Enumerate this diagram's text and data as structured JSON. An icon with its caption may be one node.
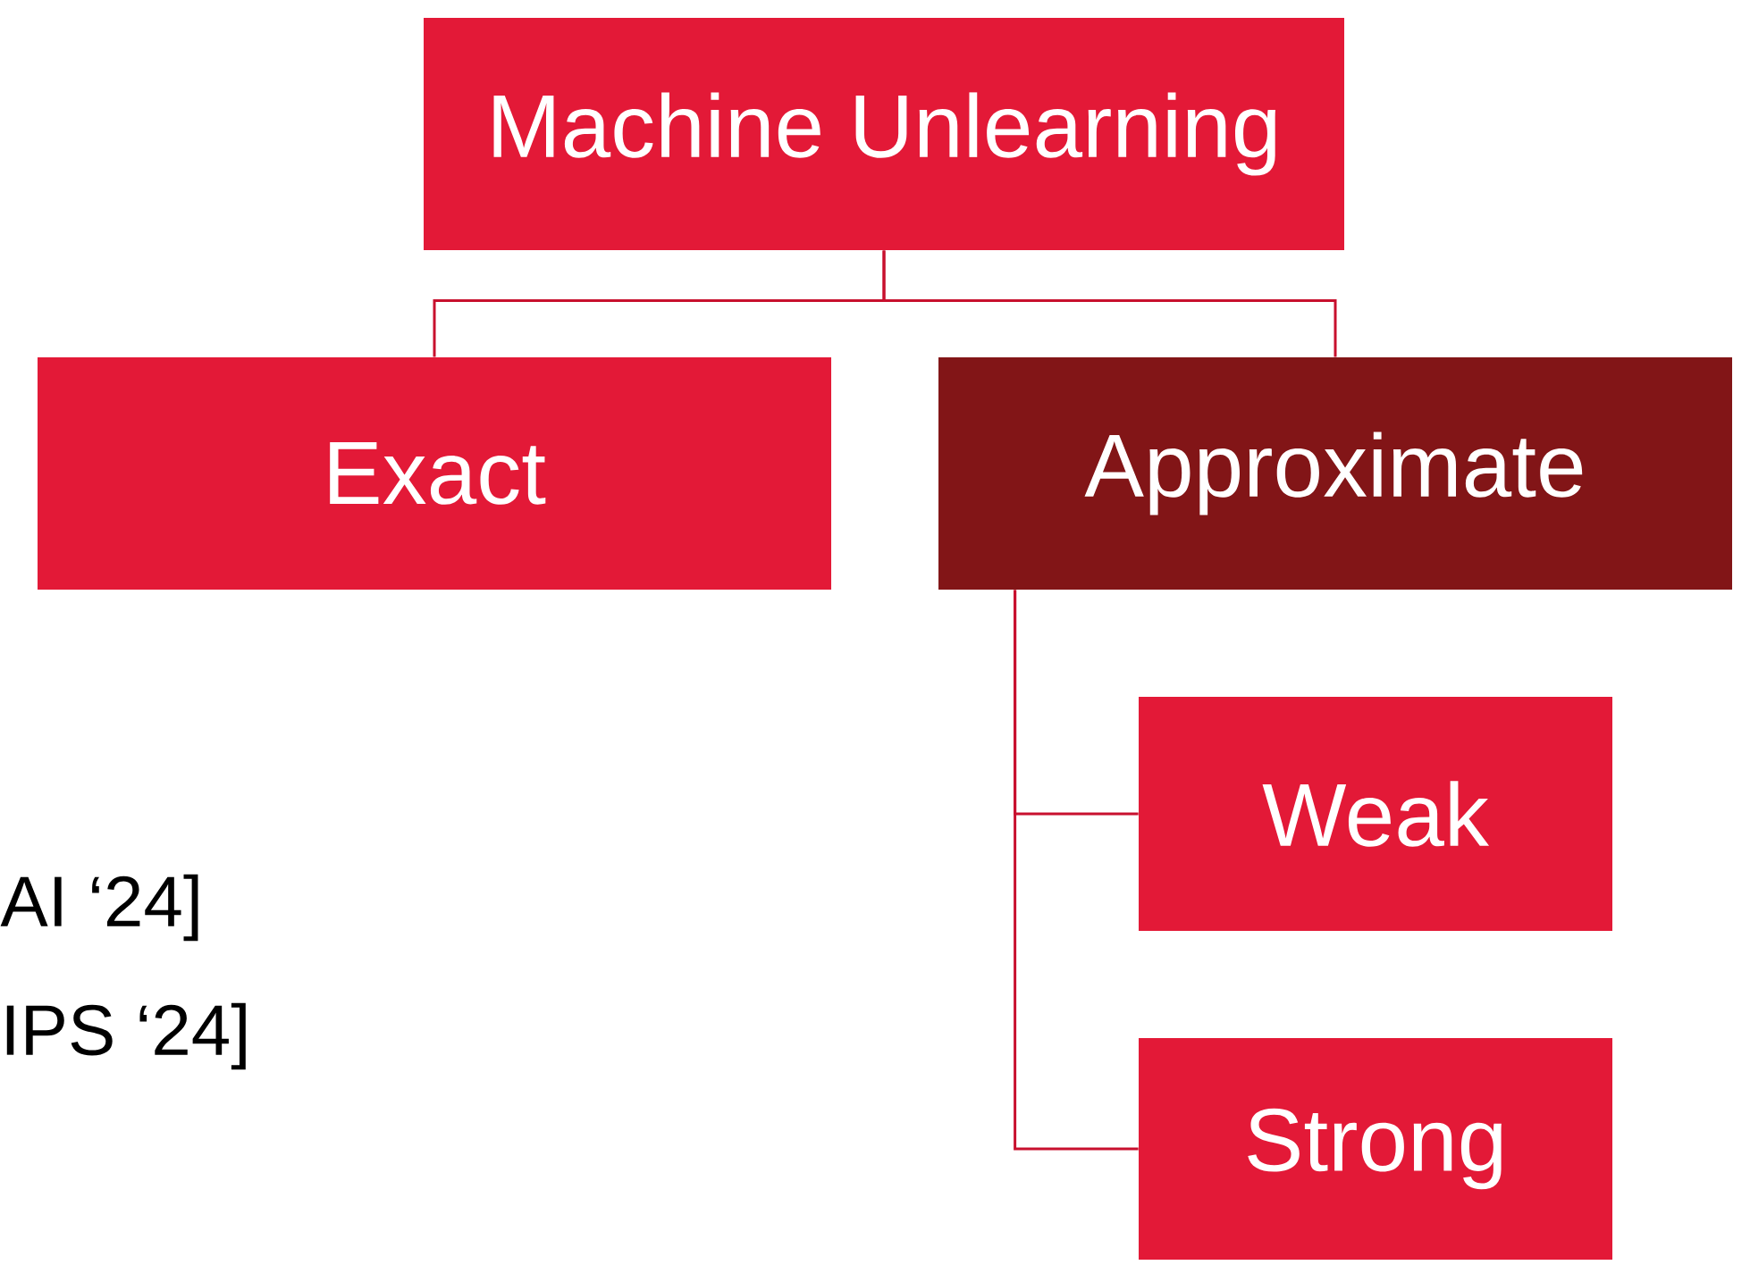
{
  "diagram": {
    "nodes": [
      {
        "text": [
          "Machine Unlearning"
        ]
      },
      {
        "text": [
          "Exact"
        ]
      },
      {
        "text": [
          "Approximate"
        ]
      },
      {
        "text": [
          "Weak"
        ]
      },
      {
        "text": [
          "Strong"
        ]
      }
    ],
    "edges": [
      {
        "from": 0,
        "to": 1,
        "arrow": "none"
      },
      {
        "from": 0,
        "to": 2,
        "arrow": "none"
      },
      {
        "from": 2,
        "to": 3,
        "arrow": "none"
      },
      {
        "from": 2,
        "to": 4,
        "arrow": "none"
      }
    ],
    "labels": [
      "AI ‘24]",
      "IPS ‘24]"
    ]
  }
}
